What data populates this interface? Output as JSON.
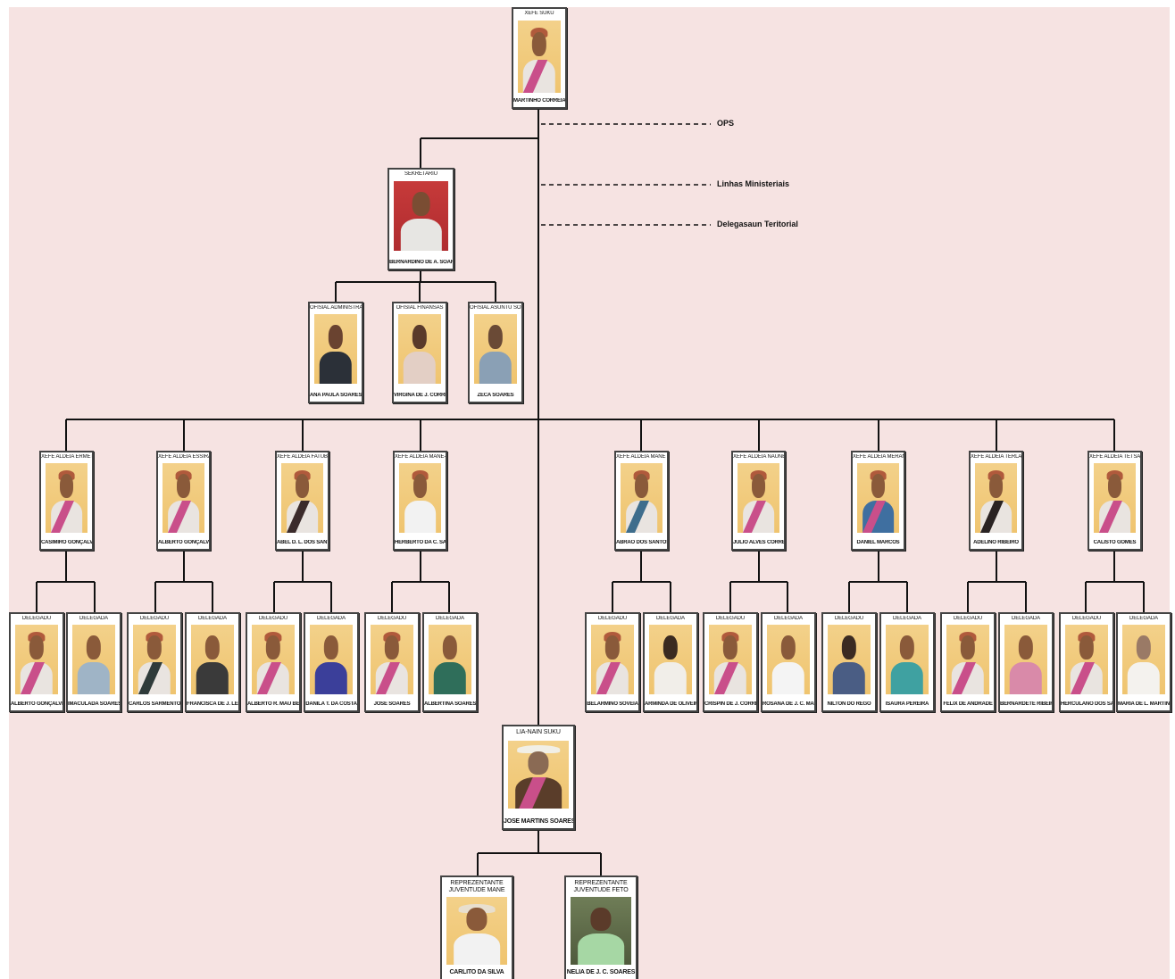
{
  "legend": {
    "ops": "OPS",
    "linhas": "Linhas Ministeriais",
    "delegasaun": "Delegasaun Teritorial"
  },
  "chief": {
    "role": "XEFE SUKU",
    "name": "MARTINHO CORREIA"
  },
  "secretary": {
    "role": "SEKRETARIU",
    "name": "BERNARDINO DE A. SOARES"
  },
  "officials": [
    {
      "role": "OFISIAL ADMINISTRASAUN",
      "name": "ANA PAULA SOARES"
    },
    {
      "role": "OFISIAL FINANSAS",
      "name": "VIRGINA DE J. CORREIA"
    },
    {
      "role": "OFISIAL ASUNTU SOSIAL",
      "name": "ZECA SOARES"
    }
  ],
  "aldeias": [
    {
      "role": "XEFE ALDEIA ERMETA",
      "name": "CASIMIRO GONÇALVES",
      "delegates": [
        {
          "role": "DELEGADU",
          "name": "ALBERTO GONÇALVES"
        },
        {
          "role": "DELEGADA",
          "name": "IMACULADA SOARES"
        }
      ]
    },
    {
      "role": "XEFE ALDEIA ESSIRAT",
      "name": "ALBERTO GONÇALVES",
      "delegates": [
        {
          "role": "DELEGADU",
          "name": "CARLOS SARMENTO"
        },
        {
          "role": "DELEGADA",
          "name": "FRANCISCA DE J. LEITE"
        }
      ]
    },
    {
      "role": "XEFE ALDEIA FATUBESSI DUA",
      "name": "ABEL D. L. DOS SANTOS",
      "delegates": [
        {
          "role": "DELEGADU",
          "name": "ALBERTO R. MAU BERE"
        },
        {
          "role": "DELEGADA",
          "name": "DANILA T. DA COSTA"
        }
      ]
    },
    {
      "role": "XEFE ALDEIA MANE-MORI",
      "name": "HERBERTO DA C. SARMENTO",
      "delegates": [
        {
          "role": "DELEGADU",
          "name": "JOSÉ SOARES"
        },
        {
          "role": "DELEGADA",
          "name": "ALBERTINA SOARES"
        }
      ]
    },
    {
      "role": "XEFE ALDEIA MANE MUNO",
      "name": "ABRÃO DOS SANTOS",
      "delegates": [
        {
          "role": "DELEGADU",
          "name": "BELARMINO SOVEIA"
        },
        {
          "role": "DELEGADA",
          "name": "ARMINDA DE OLIVEIRA"
        }
      ]
    },
    {
      "role": "XEFE ALDEIA NAUNER",
      "name": "JÚLIO ALVES CORREIA",
      "delegates": [
        {
          "role": "DELEGADU",
          "name": "CRISPIN DE J. CORREIA"
        },
        {
          "role": "DELEGADA",
          "name": "ROSANA DE J. C. MAIA"
        }
      ]
    },
    {
      "role": "XEFE ALDEIA MERAN",
      "name": "DANIEL MARCOS",
      "delegates": [
        {
          "role": "DELEGADU",
          "name": "NILTON DO REGO"
        },
        {
          "role": "DELEGADA",
          "name": "ISAURA PEREIRA"
        }
      ]
    },
    {
      "role": "XEFE ALDEIA TERLAU",
      "name": "ADELINO RIBEIRO",
      "delegates": [
        {
          "role": "DELEGADU",
          "name": "FELIX DE ANDRADE"
        },
        {
          "role": "DELEGADA",
          "name": "BERNARDETE RIBEIRO"
        }
      ]
    },
    {
      "role": "XEFE ALDEIA TETSAIRI",
      "name": "CALISTO GOMES",
      "delegates": [
        {
          "role": "DELEGADU",
          "name": "HERCULANO DOS SANTOS"
        },
        {
          "role": "DELEGADA",
          "name": "MARIA DE L. MARTINS"
        }
      ]
    }
  ],
  "lianain": {
    "role": "LIA-NAIN SUKU",
    "name": "JOSÉ MARTINS SOARES"
  },
  "youth": [
    {
      "role": "REPREZENTANTE JUVENTUDE MANE",
      "name": "CARLITO DA SILVA"
    },
    {
      "role": "REPREZENTANTE JUVENTUDE FETO",
      "name": "NELIA DE J. C. SOARES"
    }
  ],
  "colors": {
    "background": "#f6e3e2",
    "line": "#111111",
    "photo_bg": "#f1cb7c",
    "sash": "#c94f8a"
  }
}
